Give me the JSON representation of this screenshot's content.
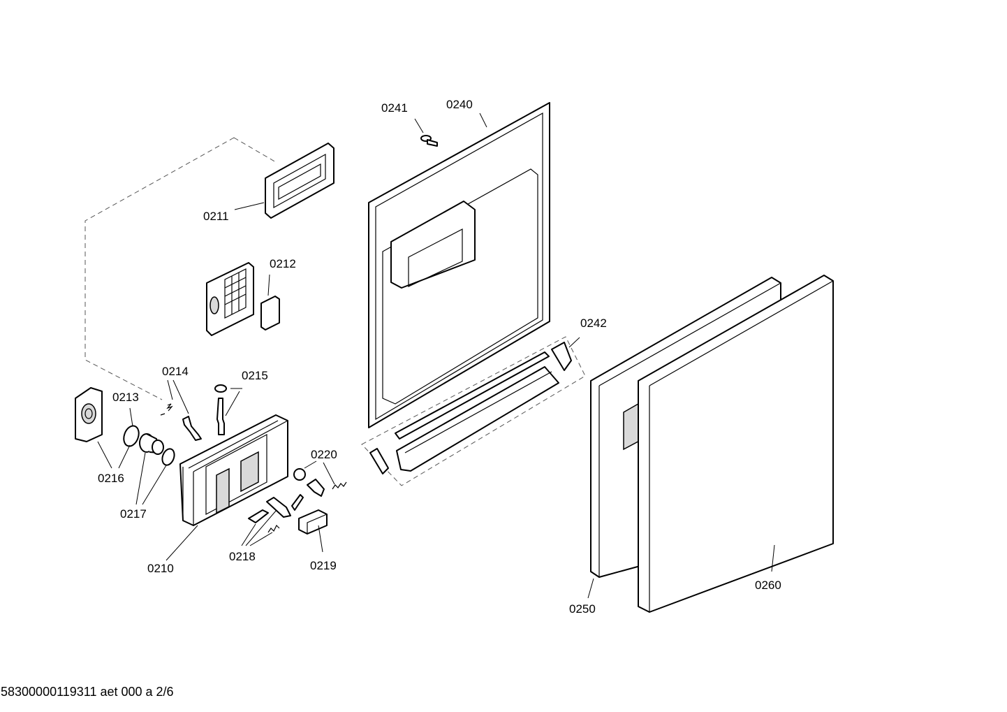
{
  "labels": {
    "p0210": "0210",
    "p0211": "0211",
    "p0212": "0212",
    "p0213": "0213",
    "p0214": "0214",
    "p0215": "0215",
    "p0216": "0216",
    "p0217": "0217",
    "p0218": "0218",
    "p0219": "0219",
    "p0220": "0220",
    "p0240": "0240",
    "p0241": "0241",
    "p0242": "0242",
    "p0250": "0250",
    "p0260": "0260"
  },
  "footer": {
    "code": "58300000119311 aet 000 a 2/6"
  }
}
